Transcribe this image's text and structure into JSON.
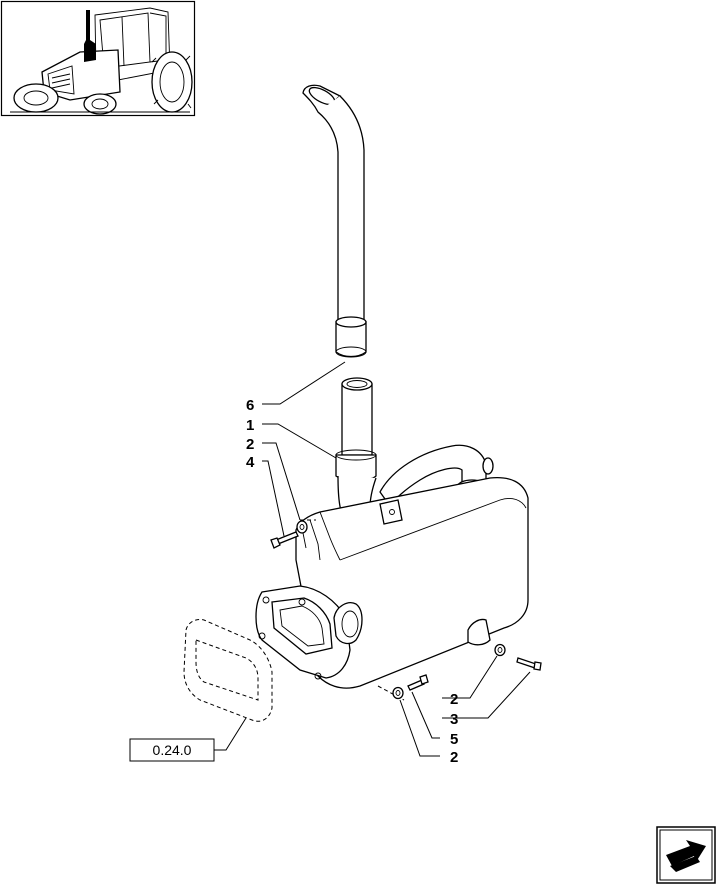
{
  "callouts": {
    "c6": "6",
    "c1": "1",
    "c2a": "2",
    "c4": "4",
    "c2b": "2",
    "c3": "3",
    "c5": "5",
    "c2c": "2"
  },
  "reference_box": "0.24.0",
  "icons": {
    "thumbnail": "tractor-thumbnail-icon",
    "nav": "next-page-arrow-icon"
  }
}
